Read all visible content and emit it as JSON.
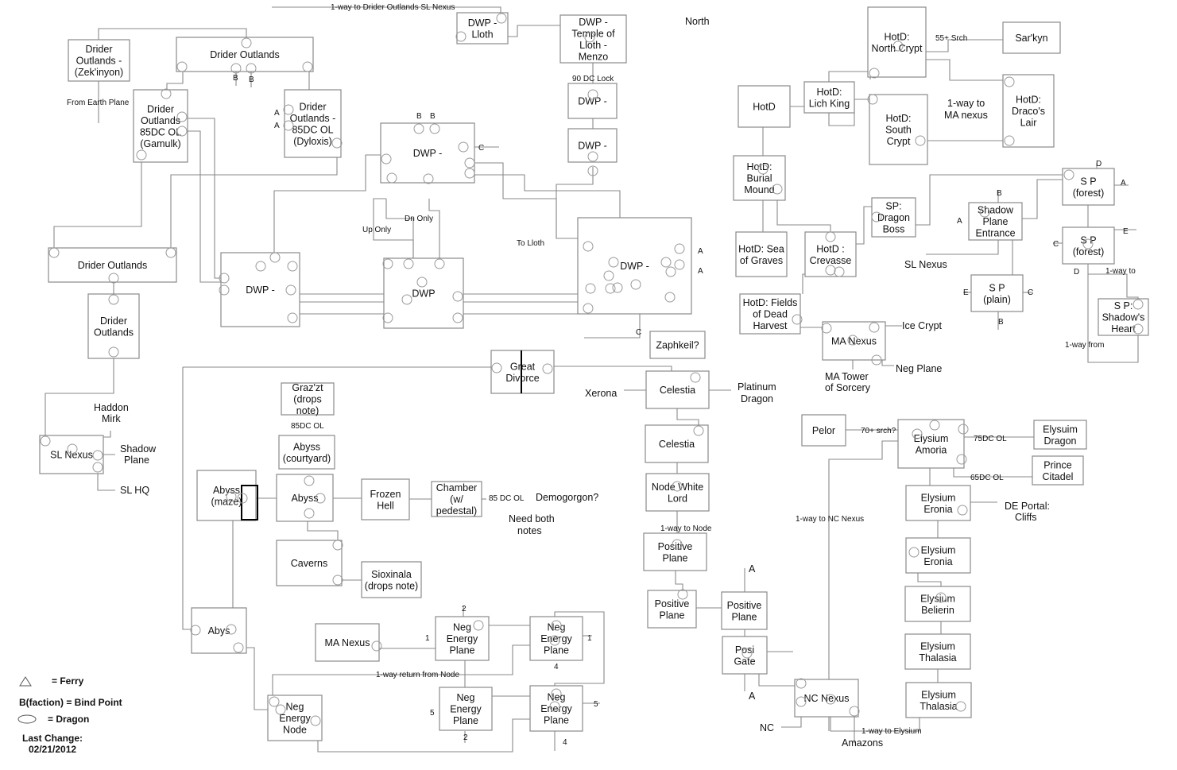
{
  "diagram": {
    "title": "Zone Connection Map",
    "compass": "North",
    "legend": {
      "ferry": "= Ferry",
      "bind_point": "B(faction) = Bind Point",
      "dragon": "= Dragon",
      "last_change_label": "Last Change:",
      "last_change_date": "02/21/2012"
    },
    "nodes": [
      {
        "id": "do-zek",
        "lines": [
          "Drider",
          "Outlands -",
          "(Zek'inyon)"
        ]
      },
      {
        "id": "do-top",
        "lines": [
          "Drider Outlands"
        ]
      },
      {
        "id": "do-gamulk",
        "lines": [
          "Drider",
          "Outlands",
          "85DC OL",
          "(Gamulk)"
        ]
      },
      {
        "id": "do-dyloxis",
        "lines": [
          "Drider",
          "Outlands -",
          "85DC OL",
          "(Dyloxis)"
        ]
      },
      {
        "id": "do-mid",
        "lines": [
          "Drider Outlands"
        ]
      },
      {
        "id": "do-low",
        "lines": [
          "Drider",
          "Outlands"
        ]
      },
      {
        "id": "sl-nexus",
        "lines": [
          "SL Nexus"
        ]
      },
      {
        "id": "dwp-lloth",
        "lines": [
          "DWP -",
          "Lloth"
        ]
      },
      {
        "id": "dwp-temple",
        "lines": [
          "DWP -",
          "Temple of",
          "Lloth -",
          "Menzo"
        ]
      },
      {
        "id": "dwp-a",
        "lines": [
          "DWP -"
        ]
      },
      {
        "id": "dwp-b",
        "lines": [
          "DWP -"
        ]
      },
      {
        "id": "dwp-c",
        "lines": [
          "DWP -"
        ]
      },
      {
        "id": "dwp-d",
        "lines": [
          "DWP -"
        ]
      },
      {
        "id": "dwp-e",
        "lines": [
          "DWP"
        ]
      },
      {
        "id": "dwp-f",
        "lines": [
          "DWP -"
        ]
      },
      {
        "id": "hotd",
        "lines": [
          "HotD"
        ]
      },
      {
        "id": "hotd-lich",
        "lines": [
          "HotD:",
          "Lich King"
        ]
      },
      {
        "id": "hotd-north",
        "lines": [
          "HotD:",
          "North Crypt"
        ]
      },
      {
        "id": "hotd-south",
        "lines": [
          "HotD:",
          "South",
          "Crypt"
        ]
      },
      {
        "id": "sarkyn",
        "lines": [
          "Sar'kyn"
        ]
      },
      {
        "id": "hotd-draco",
        "lines": [
          "HotD:",
          "Draco's",
          "Lair"
        ]
      },
      {
        "id": "hotd-burial",
        "lines": [
          "HotD:",
          "Burial",
          "Mound"
        ]
      },
      {
        "id": "hotd-sea",
        "lines": [
          "HotD: Sea",
          "of Graves"
        ]
      },
      {
        "id": "hotd-crevasse",
        "lines": [
          "HotD :",
          "Crevasse"
        ]
      },
      {
        "id": "hotd-fields",
        "lines": [
          "HotD: Fields",
          "of Dead",
          "Harvest"
        ]
      },
      {
        "id": "ma-nexus",
        "lines": [
          "MA Nexus"
        ]
      },
      {
        "id": "sp-dragon",
        "lines": [
          "SP:",
          "Dragon",
          "Boss"
        ]
      },
      {
        "id": "sp-entrance",
        "lines": [
          "Shadow",
          "Plane",
          "Entrance"
        ]
      },
      {
        "id": "sp-forest1",
        "lines": [
          "S P",
          "(forest)"
        ]
      },
      {
        "id": "sp-forest2",
        "lines": [
          "S P",
          "(forest)"
        ]
      },
      {
        "id": "sp-plain",
        "lines": [
          "S P",
          "(plain)"
        ]
      },
      {
        "id": "sp-heart",
        "lines": [
          "S P:",
          "Shadow's",
          "Heart"
        ]
      },
      {
        "id": "great-divorce",
        "lines": [
          "Great",
          "Divorce"
        ]
      },
      {
        "id": "zaphkeil",
        "lines": [
          "Zaphkeil?"
        ]
      },
      {
        "id": "celestia1",
        "lines": [
          "Celestia"
        ]
      },
      {
        "id": "celestia2",
        "lines": [
          "Celestia"
        ]
      },
      {
        "id": "node-white",
        "lines": [
          "Node  White",
          "Lord"
        ]
      },
      {
        "id": "pos-plane1",
        "lines": [
          "Positive",
          "Plane"
        ]
      },
      {
        "id": "pos-plane2",
        "lines": [
          "Positive",
          "Plane"
        ]
      },
      {
        "id": "pos-plane3",
        "lines": [
          "Positive",
          "Plane"
        ]
      },
      {
        "id": "posi-gate",
        "lines": [
          "Posi",
          "Gate"
        ]
      },
      {
        "id": "nc-nexus",
        "lines": [
          "NC Nexus"
        ]
      },
      {
        "id": "grazzt",
        "lines": [
          "Graz'zt",
          "(drops",
          "note)"
        ]
      },
      {
        "id": "abyss-court",
        "lines": [
          "Abyss",
          "(courtyard)"
        ]
      },
      {
        "id": "abyss-maze",
        "lines": [
          "Abyss",
          "(maze)"
        ]
      },
      {
        "id": "abyss",
        "lines": [
          "Abyss"
        ]
      },
      {
        "id": "frozen-hell",
        "lines": [
          "Frozen",
          "Hell"
        ]
      },
      {
        "id": "chamber",
        "lines": [
          "Chamber",
          "(w/",
          "pedestal)"
        ]
      },
      {
        "id": "caverns",
        "lines": [
          "Caverns"
        ]
      },
      {
        "id": "sioxinala",
        "lines": [
          "Sioxinala",
          "(drops note)"
        ]
      },
      {
        "id": "abys-low",
        "lines": [
          "Abys"
        ]
      },
      {
        "id": "ma-nexus2",
        "lines": [
          "MA Nexus"
        ]
      },
      {
        "id": "neg-plane1",
        "lines": [
          "Neg",
          "Energy",
          "Plane"
        ]
      },
      {
        "id": "neg-plane2",
        "lines": [
          "Neg",
          "Energy",
          "Plane"
        ]
      },
      {
        "id": "neg-plane3",
        "lines": [
          "Neg",
          "Energy",
          "Plane"
        ]
      },
      {
        "id": "neg-plane4",
        "lines": [
          "Neg",
          "Energy",
          "Plane"
        ]
      },
      {
        "id": "neg-node",
        "lines": [
          "Neg",
          "Energy",
          "Node"
        ]
      },
      {
        "id": "pelor",
        "lines": [
          "Pelor"
        ]
      },
      {
        "id": "ely-amoria",
        "lines": [
          "Elysium",
          "Amoria"
        ]
      },
      {
        "id": "ely-dragon",
        "lines": [
          "Elysuim",
          "Dragon"
        ]
      },
      {
        "id": "prince-citadel",
        "lines": [
          "Prince",
          "Citadel"
        ]
      },
      {
        "id": "ely-eronia1",
        "lines": [
          "Elysium",
          "Eronia"
        ]
      },
      {
        "id": "ely-eronia2",
        "lines": [
          "Elysium",
          "Eronia"
        ]
      },
      {
        "id": "ely-belierin",
        "lines": [
          "Elysium",
          "Belierin"
        ]
      },
      {
        "id": "ely-thalasia1",
        "lines": [
          "Elysium",
          "Thalasia"
        ]
      },
      {
        "id": "ely-thalasia2",
        "lines": [
          "Elysium",
          "Thalasia"
        ]
      }
    ],
    "labels": [
      {
        "id": "oneway-drider-sl",
        "text": "1-way to  Drider Outlands SL Nexus",
        "size": "sm"
      },
      {
        "id": "from-earth",
        "text": "From Earth Plane",
        "size": "sm"
      },
      {
        "id": "b1",
        "text": "B",
        "size": "sm"
      },
      {
        "id": "b2",
        "text": "B",
        "size": "sm"
      },
      {
        "id": "a1",
        "text": "A",
        "size": "sm"
      },
      {
        "id": "a2",
        "text": "A",
        "size": "sm"
      },
      {
        "id": "b3",
        "text": "B",
        "size": "sm"
      },
      {
        "id": "b4",
        "text": "B",
        "size": "sm"
      },
      {
        "id": "c1",
        "text": "C",
        "size": "sm"
      },
      {
        "id": "dc-lock",
        "text": "90 DC Lock",
        "size": "sm"
      },
      {
        "id": "dn-only",
        "text": "Dn Only",
        "size": "sm"
      },
      {
        "id": "up-only",
        "text": "Up Only",
        "size": "sm"
      },
      {
        "id": "to-lloth",
        "text": "To Lloth",
        "size": "sm"
      },
      {
        "id": "a3",
        "text": "A",
        "size": "sm"
      },
      {
        "id": "a4",
        "text": "A",
        "size": "sm"
      },
      {
        "id": "c2",
        "text": "C",
        "size": "sm"
      },
      {
        "id": "srch55",
        "text": "55+ Srch",
        "size": "sm"
      },
      {
        "id": "oneway-ma",
        "text": "1-way to",
        "size": "md"
      },
      {
        "id": "oneway-ma2",
        "text": "MA nexus",
        "size": "md"
      },
      {
        "id": "sl-nexus-lbl",
        "text": "SL Nexus",
        "size": "md"
      },
      {
        "id": "ice-crypt",
        "text": "Ice Crypt",
        "size": "md"
      },
      {
        "id": "neg-plane-lbl",
        "text": "Neg Plane",
        "size": "md"
      },
      {
        "id": "ma-tower1",
        "text": "MA Tower",
        "size": "md"
      },
      {
        "id": "ma-tower2",
        "text": "of Sorcery",
        "size": "md"
      },
      {
        "id": "sp-d1",
        "text": "D",
        "size": "sm"
      },
      {
        "id": "sp-a",
        "text": "A",
        "size": "sm"
      },
      {
        "id": "sp-b1",
        "text": "B",
        "size": "sm"
      },
      {
        "id": "sp-a2",
        "text": "A",
        "size": "sm"
      },
      {
        "id": "sp-c1",
        "text": "C",
        "size": "sm"
      },
      {
        "id": "sp-e1",
        "text": "E",
        "size": "sm"
      },
      {
        "id": "sp-d2",
        "text": "D",
        "size": "sm"
      },
      {
        "id": "sp-oneway-to",
        "text": "1-way to",
        "size": "sm"
      },
      {
        "id": "sp-e2",
        "text": "E",
        "size": "sm"
      },
      {
        "id": "sp-c2",
        "text": "C",
        "size": "sm"
      },
      {
        "id": "sp-b2",
        "text": "B",
        "size": "sm"
      },
      {
        "id": "sp-oneway-from",
        "text": "1-way from",
        "size": "sm"
      },
      {
        "id": "haddon1",
        "text": "Haddon",
        "size": "md"
      },
      {
        "id": "haddon2",
        "text": "Mirk",
        "size": "md"
      },
      {
        "id": "shadow1",
        "text": "Shadow",
        "size": "md"
      },
      {
        "id": "shadow2",
        "text": "Plane",
        "size": "md"
      },
      {
        "id": "sl-hq",
        "text": "SL HQ",
        "size": "md"
      },
      {
        "id": "xerona",
        "text": "Xerona",
        "size": "md"
      },
      {
        "id": "platinum1",
        "text": "Platinum",
        "size": "md"
      },
      {
        "id": "platinum2",
        "text": "Dragon",
        "size": "md"
      },
      {
        "id": "dc85ol",
        "text": "85DC OL",
        "size": "sm"
      },
      {
        "id": "dc85ol2",
        "text": "85 DC OL",
        "size": "sm"
      },
      {
        "id": "demogorgon",
        "text": "Demogorgon?",
        "size": "md"
      },
      {
        "id": "need1",
        "text": "Need both",
        "size": "md"
      },
      {
        "id": "need2",
        "text": "notes",
        "size": "md"
      },
      {
        "id": "oneway-node",
        "text": "1-way to Node",
        "size": "sm"
      },
      {
        "id": "pa1",
        "text": "A",
        "size": "md"
      },
      {
        "id": "pa2",
        "text": "A",
        "size": "md"
      },
      {
        "id": "nc",
        "text": "NC",
        "size": "md"
      },
      {
        "id": "amazons",
        "text": "Amazons",
        "size": "md"
      },
      {
        "id": "oneway-elysium",
        "text": "1-way to Elysium",
        "size": "sm"
      },
      {
        "id": "oneway-nc",
        "text": "1-way to NC Nexus",
        "size": "sm"
      },
      {
        "id": "srch70",
        "text": "70+ srch?",
        "size": "sm"
      },
      {
        "id": "dc75",
        "text": "75DC OL",
        "size": "sm"
      },
      {
        "id": "dc65",
        "text": "65DC OL",
        "size": "sm"
      },
      {
        "id": "de-portal1",
        "text": "DE Portal:",
        "size": "md"
      },
      {
        "id": "de-portal2",
        "text": "Cliffs",
        "size": "md"
      },
      {
        "id": "n2a",
        "text": "2",
        "size": "sm"
      },
      {
        "id": "n1a",
        "text": "1",
        "size": "sm"
      },
      {
        "id": "n1b",
        "text": "1",
        "size": "sm"
      },
      {
        "id": "n4a",
        "text": "4",
        "size": "sm"
      },
      {
        "id": "n5a",
        "text": "5",
        "size": "sm"
      },
      {
        "id": "n5b",
        "text": "5",
        "size": "sm"
      },
      {
        "id": "n2b",
        "text": "2",
        "size": "sm"
      },
      {
        "id": "n4b",
        "text": "4",
        "size": "sm"
      },
      {
        "id": "oneway-return",
        "text": "1-way return from Node",
        "size": "sm"
      }
    ]
  }
}
